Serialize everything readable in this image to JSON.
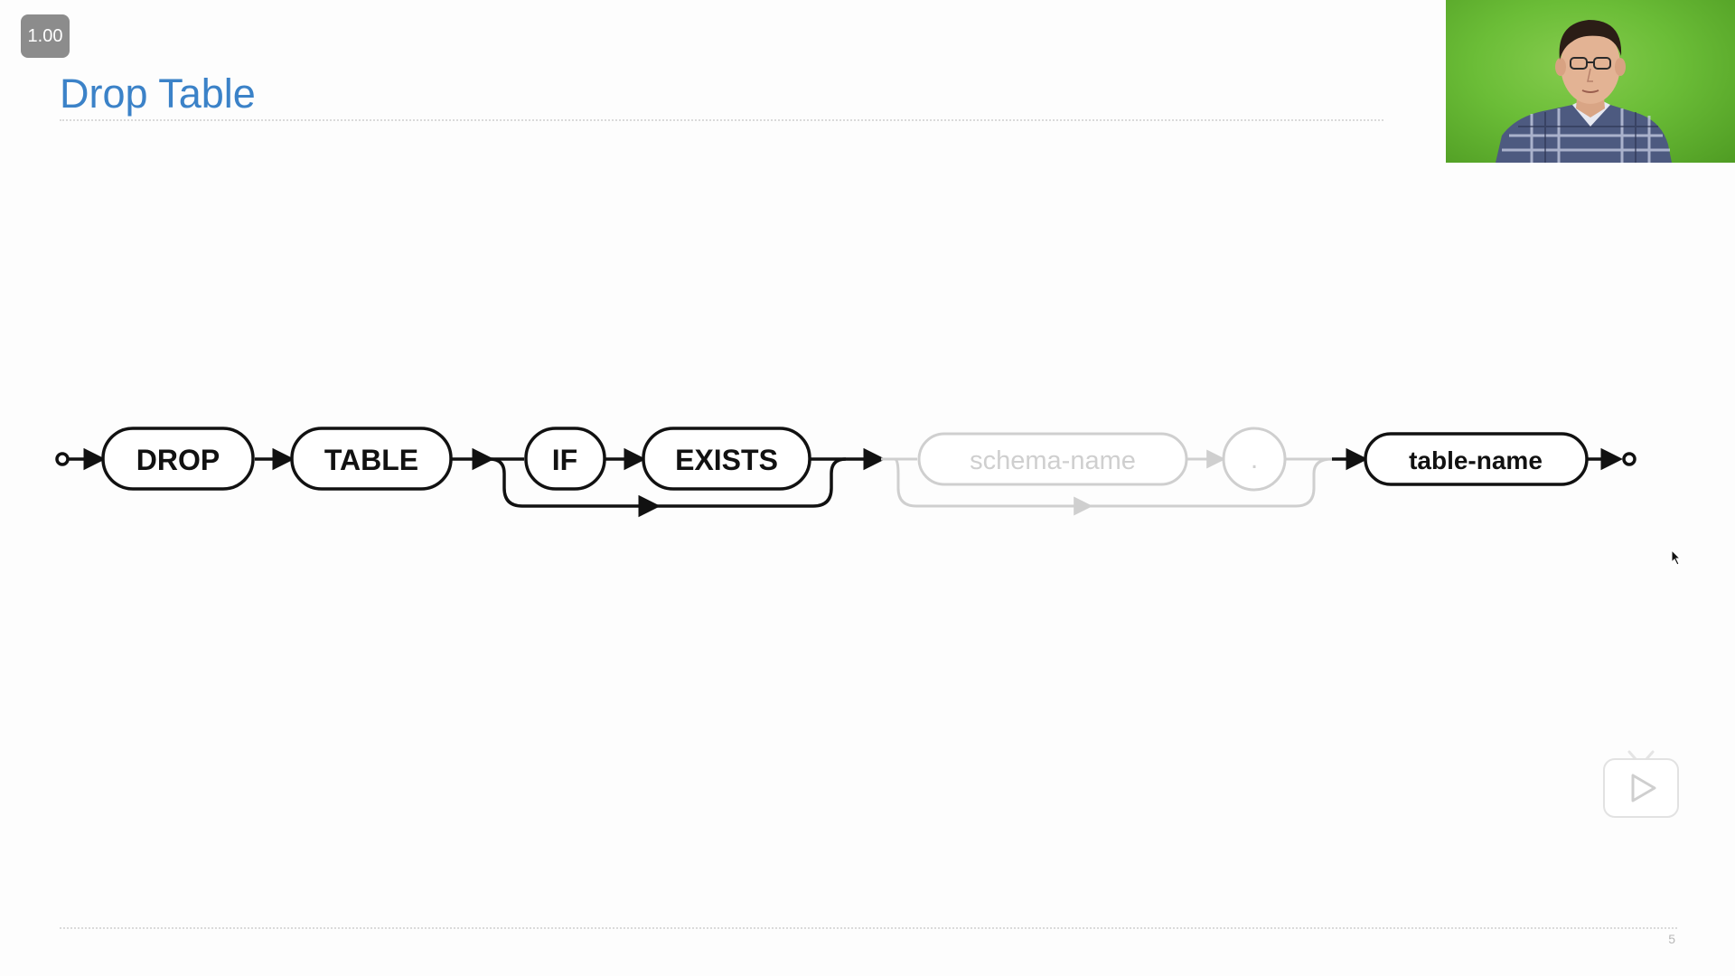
{
  "player": {
    "speed": "1.00"
  },
  "slide": {
    "title": "Drop Table",
    "page_number": "5"
  },
  "syntax_diagram": {
    "terms": {
      "drop": "DROP",
      "table": "TABLE",
      "if": "IF",
      "exists": "EXISTS",
      "schema_name": "schema-name",
      "dot": ".",
      "table_name": "table-name"
    }
  },
  "icons": {
    "play": "play-icon",
    "cursor": "mouse-cursor-icon",
    "presenter": "presenter-webcam"
  },
  "colors": {
    "title": "#3b82c8",
    "diagram_active": "#111111",
    "diagram_faded": "#cfcfcf",
    "webcam_background": "#6bbd37",
    "badge": "#8c8c8c"
  }
}
